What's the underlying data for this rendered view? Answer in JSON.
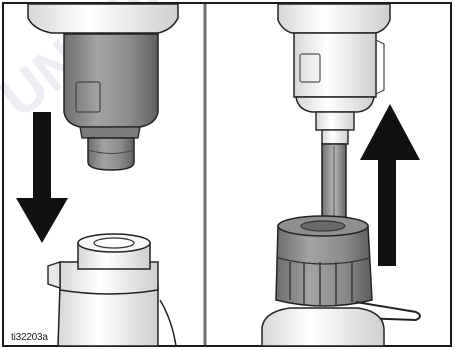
{
  "figure": {
    "id_label": "ti32203a",
    "panels": [
      {
        "name": "detach-step",
        "arrow_direction": "down"
      },
      {
        "name": "attach-step",
        "arrow_direction": "up"
      }
    ],
    "colors": {
      "frame": "#1a1a1a",
      "divider": "#6e6e6e",
      "dark_gray_part": "#8a8a8a",
      "light_part": "#f2f2f2",
      "arrow": "#111111",
      "watermark": "#e3e6ef"
    },
    "watermark_text": "UNCONTROLLED"
  }
}
